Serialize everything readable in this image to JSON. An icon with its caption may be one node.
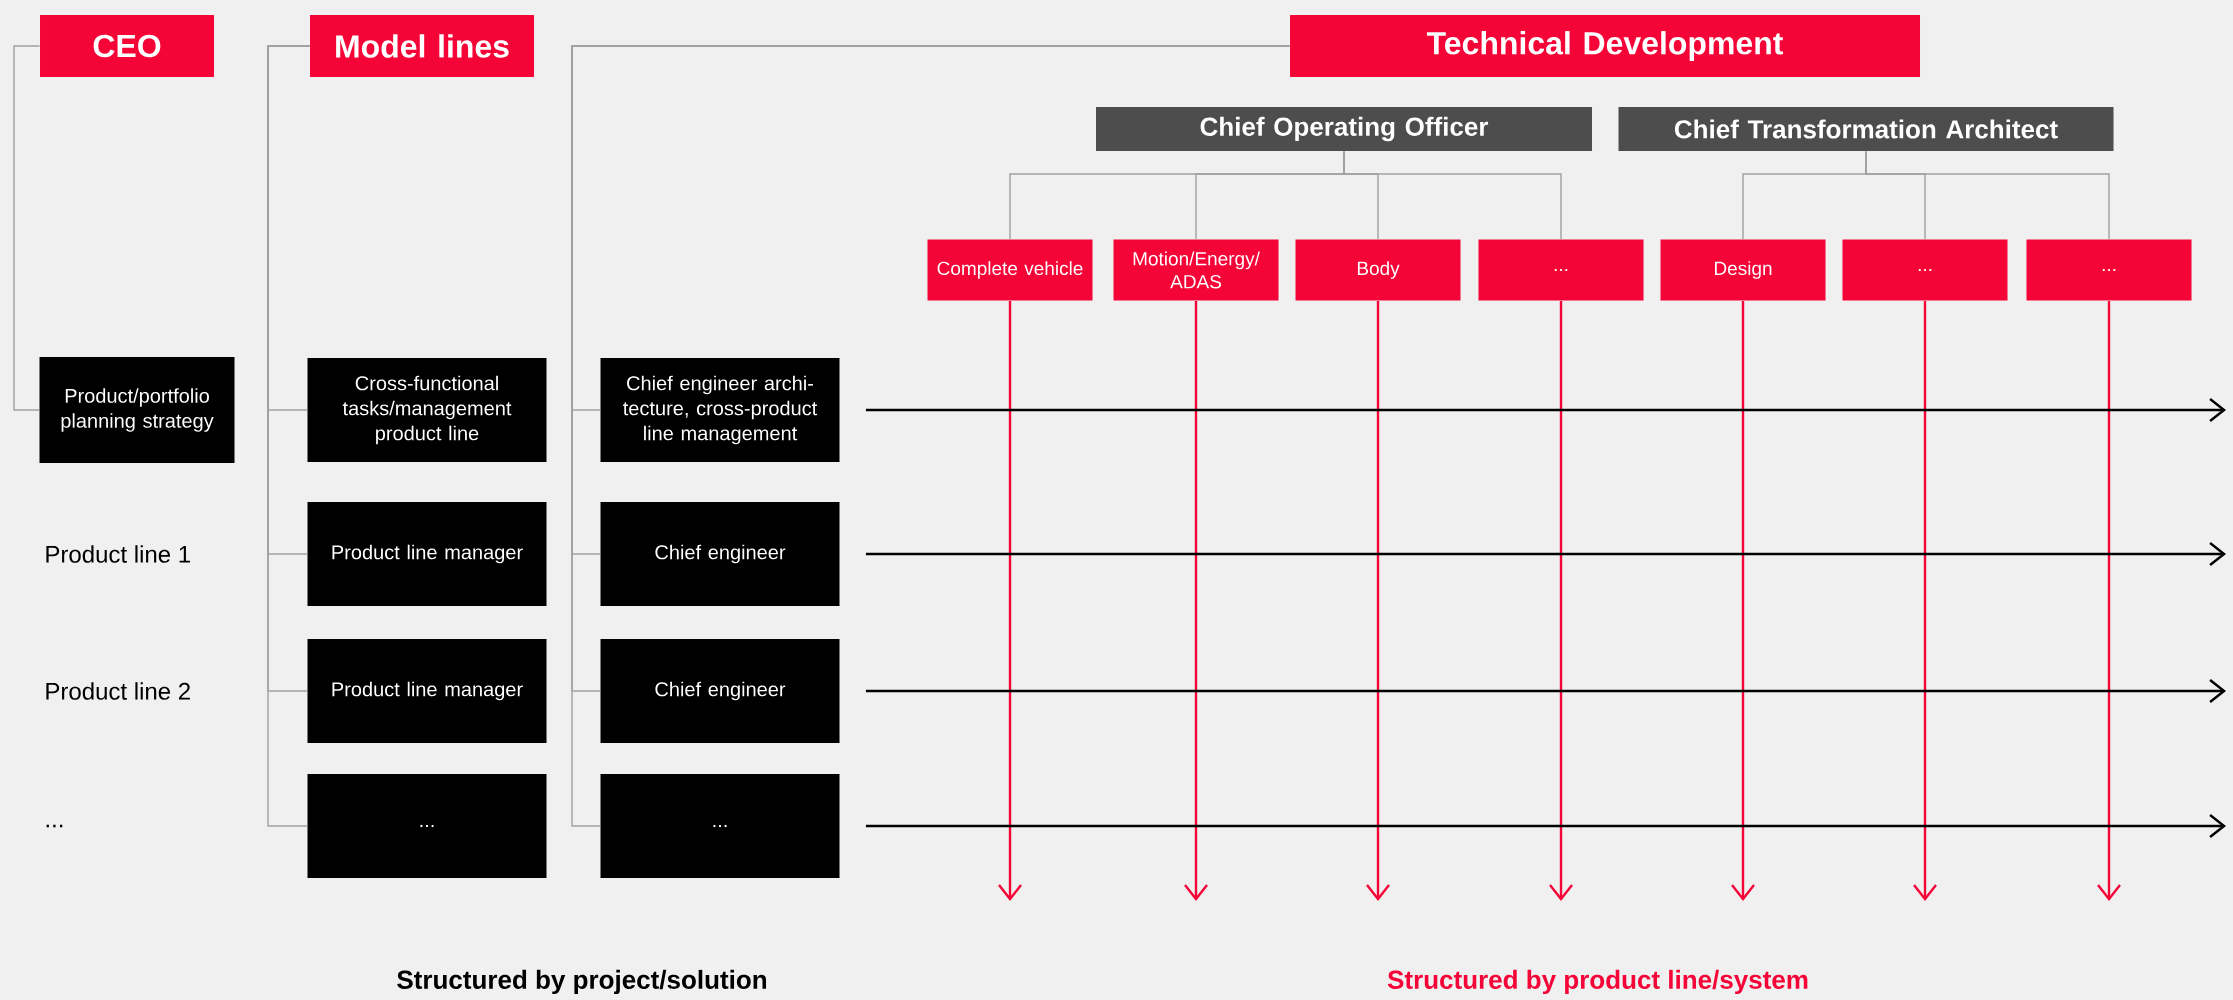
{
  "diagram": {
    "nodes": [
      {
        "text": [
          "CEO"
        ]
      },
      {
        "text": [
          "Model lines"
        ]
      },
      {
        "text": [
          "Technical Development"
        ]
      },
      {
        "text": [
          "Chief Operating Officer"
        ]
      },
      {
        "text": [
          "Chief Transformation Architect"
        ]
      },
      {
        "text": [
          "Complete vehicle"
        ]
      },
      {
        "text": [
          "Motion/Energy/ ADAS"
        ]
      },
      {
        "text": [
          "Body"
        ]
      },
      {
        "text": [
          "..."
        ]
      },
      {
        "text": [
          "Design"
        ]
      },
      {
        "text": [
          "..."
        ]
      },
      {
        "text": [
          "..."
        ]
      },
      {
        "text": [
          "Product/portfolio planning strategy"
        ]
      },
      {
        "text": [
          "Cross-functional tasks/management product line"
        ]
      },
      {
        "text": [
          "Chief engineer archi- tecture, cross-product line management"
        ]
      },
      {
        "text": [
          "Product line manager"
        ]
      },
      {
        "text": [
          "Chief engineer"
        ]
      },
      {
        "text": [
          "Product line manager"
        ]
      },
      {
        "text": [
          "Chief engineer"
        ]
      },
      {
        "text": [
          "..."
        ]
      },
      {
        "text": [
          "..."
        ]
      }
    ],
    "edges": [
      {
        "from": 0,
        "to": 12,
        "arrow": "none"
      },
      {
        "from": 1,
        "to": 13,
        "arrow": "none"
      },
      {
        "from": 1,
        "to": 15,
        "arrow": "none"
      },
      {
        "from": 1,
        "to": 17,
        "arrow": "none"
      },
      {
        "from": 1,
        "to": 19,
        "arrow": "none"
      },
      {
        "from": 2,
        "to": 14,
        "arrow": "none"
      },
      {
        "from": 2,
        "to": 16,
        "arrow": "none"
      },
      {
        "from": 2,
        "to": 18,
        "arrow": "none"
      },
      {
        "from": 2,
        "to": 20,
        "arrow": "none"
      },
      {
        "from": 3,
        "to": 5,
        "arrow": "none"
      },
      {
        "from": 3,
        "to": 6,
        "arrow": "none"
      },
      {
        "from": 3,
        "to": 7,
        "arrow": "none"
      },
      {
        "from": 3,
        "to": 8,
        "arrow": "none"
      },
      {
        "from": 4,
        "to": 9,
        "arrow": "none"
      },
      {
        "from": 4,
        "to": 10,
        "arrow": "none"
      },
      {
        "from": 4,
        "to": 11,
        "arrow": "none"
      },
      {
        "from": 5,
        "to": null,
        "arrow": "to",
        "color": "#f50537"
      },
      {
        "from": 6,
        "to": null,
        "arrow": "to",
        "color": "#f50537"
      },
      {
        "from": 7,
        "to": null,
        "arrow": "to",
        "color": "#f50537"
      },
      {
        "from": 8,
        "to": null,
        "arrow": "to",
        "color": "#f50537"
      },
      {
        "from": 9,
        "to": null,
        "arrow": "to",
        "color": "#f50537"
      },
      {
        "from": 10,
        "to": null,
        "arrow": "to",
        "color": "#f50537"
      },
      {
        "from": 11,
        "to": null,
        "arrow": "to",
        "color": "#f50537"
      },
      {
        "from": 14,
        "to": null,
        "arrow": "to",
        "color": "#000000"
      },
      {
        "from": 16,
        "to": null,
        "arrow": "to",
        "color": "#000000"
      },
      {
        "from": 18,
        "to": null,
        "arrow": "to",
        "color": "#000000"
      },
      {
        "from": 20,
        "to": null,
        "arrow": "to",
        "color": "#000000"
      }
    ],
    "labels": [
      "Product line 1",
      "Product line 2",
      "...",
      "Structured by project/solution",
      "Structured by product line/system"
    ]
  }
}
